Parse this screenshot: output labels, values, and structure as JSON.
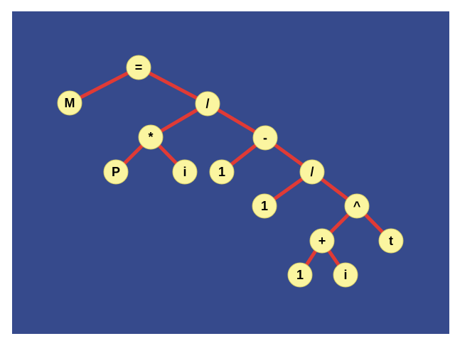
{
  "colors": {
    "background": "#364a8c",
    "edge": "#e03a35",
    "node_fill": "#fbf5a0",
    "node_stroke": "#d8cf6a",
    "label": "#000000"
  },
  "tree": {
    "nodes": [
      {
        "id": "n-eq",
        "label": "=",
        "parent": null
      },
      {
        "id": "n-M",
        "label": "M",
        "parent": "n-eq"
      },
      {
        "id": "n-div1",
        "label": "/",
        "parent": "n-eq"
      },
      {
        "id": "n-mul",
        "label": "*",
        "parent": "n-div1"
      },
      {
        "id": "n-minus",
        "label": "-",
        "parent": "n-div1"
      },
      {
        "id": "n-P",
        "label": "P",
        "parent": "n-mul"
      },
      {
        "id": "n-i1",
        "label": "i",
        "parent": "n-mul"
      },
      {
        "id": "n-one1",
        "label": "1",
        "parent": "n-minus"
      },
      {
        "id": "n-div2",
        "label": "/",
        "parent": "n-minus"
      },
      {
        "id": "n-one2",
        "label": "1",
        "parent": "n-div2"
      },
      {
        "id": "n-pow",
        "label": "^",
        "parent": "n-div2"
      },
      {
        "id": "n-plus",
        "label": "+",
        "parent": "n-pow"
      },
      {
        "id": "n-t",
        "label": "t",
        "parent": "n-pow"
      },
      {
        "id": "n-one3",
        "label": "1",
        "parent": "n-plus"
      },
      {
        "id": "n-i2",
        "label": "i",
        "parent": "n-plus"
      }
    ]
  }
}
